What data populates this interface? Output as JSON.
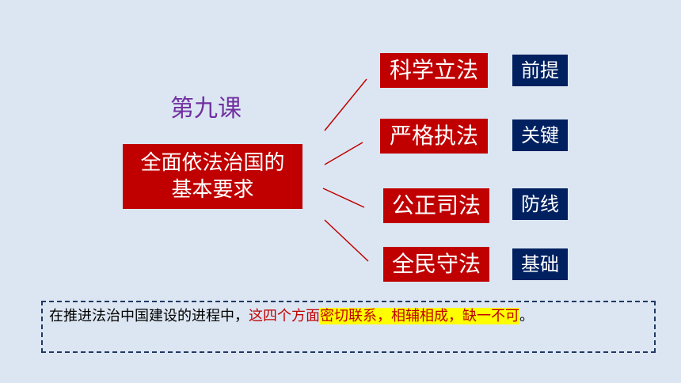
{
  "lesson": "第九课",
  "topic": {
    "line1": "全面依法治国的",
    "line2": "基本要求"
  },
  "branches": [
    {
      "requirement": "科学立法",
      "role": "前提"
    },
    {
      "requirement": "严格执法",
      "role": "关键"
    },
    {
      "requirement": "公正司法",
      "role": "防线"
    },
    {
      "requirement": "全民守法",
      "role": "基础"
    }
  ],
  "note": {
    "plain": "在推进法治中国建设的进程中，",
    "red": "这四个方面",
    "highlight": "密切联系，相辅相成，缺一不可",
    "end": "。"
  },
  "colors": {
    "red_box": "#c00000",
    "blue_box": "#002060",
    "lesson_text": "#7030a0",
    "background": "#dce6f2",
    "highlight": "#ffff00"
  }
}
